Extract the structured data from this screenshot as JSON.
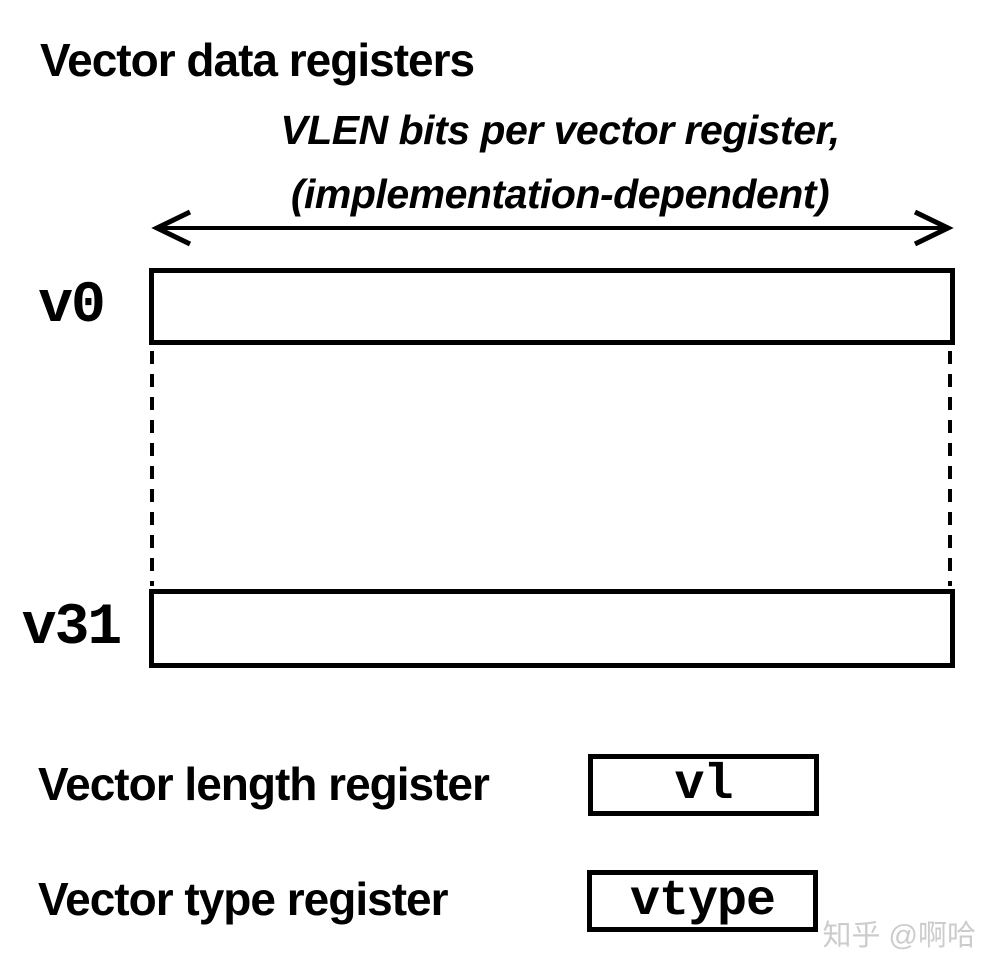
{
  "title": "Vector data registers",
  "vlen_note": {
    "line1": "VLEN bits per vector register,",
    "line2": "(implementation-dependent)"
  },
  "data_registers": {
    "first_label": "v0",
    "last_label": "v31"
  },
  "length_register": {
    "caption": "Vector length register",
    "name": "vl"
  },
  "type_register": {
    "caption": "Vector type register",
    "name": "vtype"
  },
  "watermark": "知乎 @啊哈",
  "colors": {
    "ink": "#000000",
    "background": "#ffffff",
    "watermark": "#cccccc"
  }
}
